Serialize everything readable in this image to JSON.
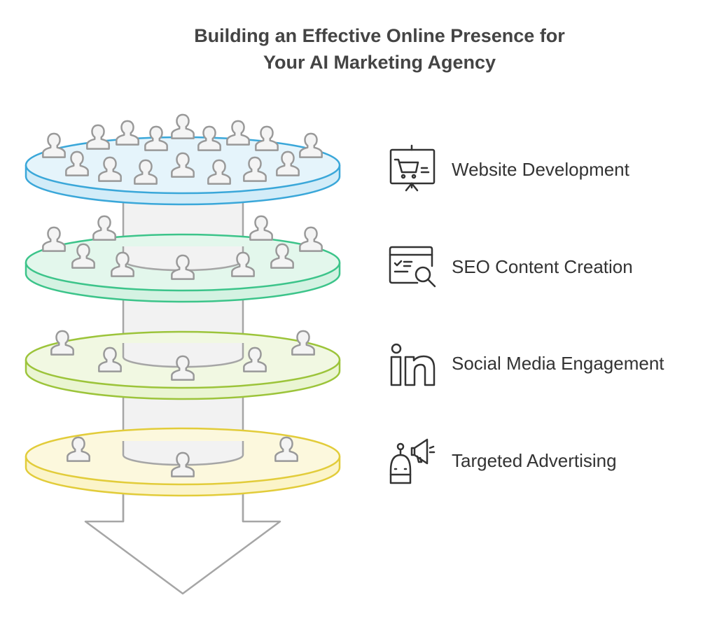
{
  "title": {
    "line1": "Building an Effective Online Presence for",
    "line2": "Your AI Marketing Agency"
  },
  "stages": [
    {
      "label": "Website Development",
      "icon": "presentation-cart-icon",
      "color": "#3aa7d9",
      "fill": "#e5f4fb"
    },
    {
      "label": "SEO Content Creation",
      "icon": "browser-search-icon",
      "color": "#3cc48a",
      "fill": "#e3f7ec"
    },
    {
      "label": "Social Media Engagement",
      "icon": "linkedin-icon",
      "color": "#9cc43a",
      "fill": "#f1f8e2"
    },
    {
      "label": "Targeted Advertising",
      "icon": "robot-megaphone-icon",
      "color": "#e2cc3a",
      "fill": "#fcf8dd"
    }
  ],
  "colors": {
    "column_fill": "#f2f2f2",
    "column_stroke": "#999999",
    "person_stroke": "#999999",
    "person_fill": "#f4f4f4",
    "text": "#333333"
  }
}
